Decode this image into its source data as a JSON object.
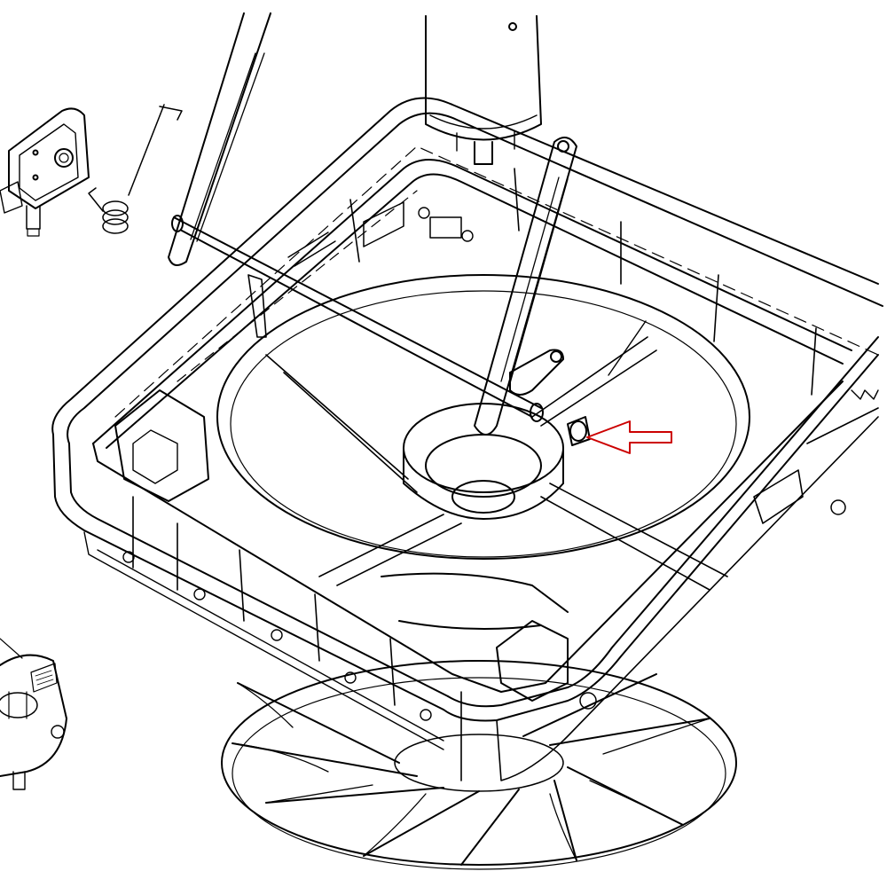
{
  "diagram": {
    "line_color": "#000000",
    "background": "#ffffff",
    "callout_arrow_color": "#cc0000"
  },
  "parts": [
    {
      "name": "roof-vent-frame"
    },
    {
      "name": "fan-blade"
    },
    {
      "name": "drive-motor"
    },
    {
      "name": "lift-arm"
    },
    {
      "name": "cross-rod"
    },
    {
      "name": "gear-bracket"
    },
    {
      "name": "torsion-spring"
    },
    {
      "name": "gear-motor"
    },
    {
      "name": "pivot-pin"
    }
  ],
  "callout": {
    "target": "pivot-pin",
    "icon": "hollow-arrow-left-icon"
  }
}
